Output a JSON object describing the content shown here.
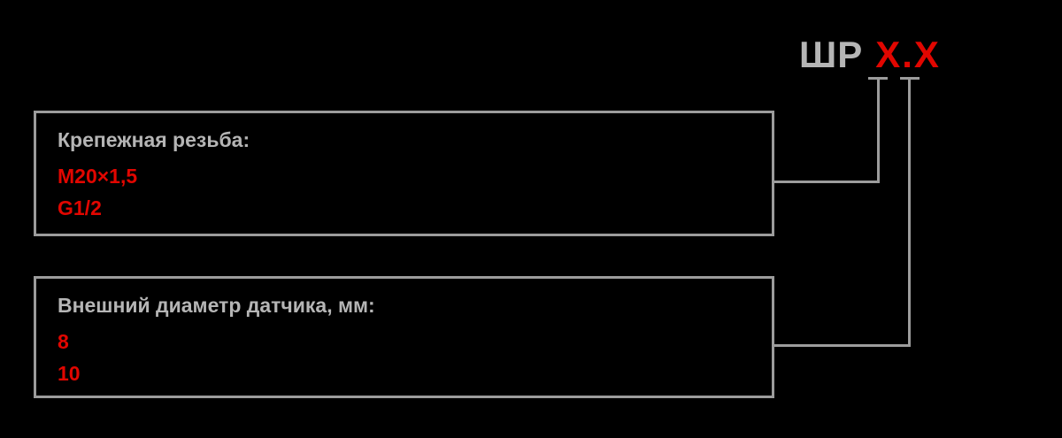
{
  "code": {
    "prefix": "ШР",
    "x1": "Х",
    "dot": ".",
    "x2": "Х"
  },
  "boxes": [
    {
      "title": "Крепежная резьба:",
      "options": [
        "М20×1,5",
        "G1/2"
      ]
    },
    {
      "title": "Внешний диаметр датчика, мм:",
      "options": [
        "8",
        "10"
      ]
    }
  ],
  "colors": {
    "background": "#000000",
    "text": "#b5b5b5",
    "border": "#9c9c9c",
    "accent": "#e10600"
  }
}
